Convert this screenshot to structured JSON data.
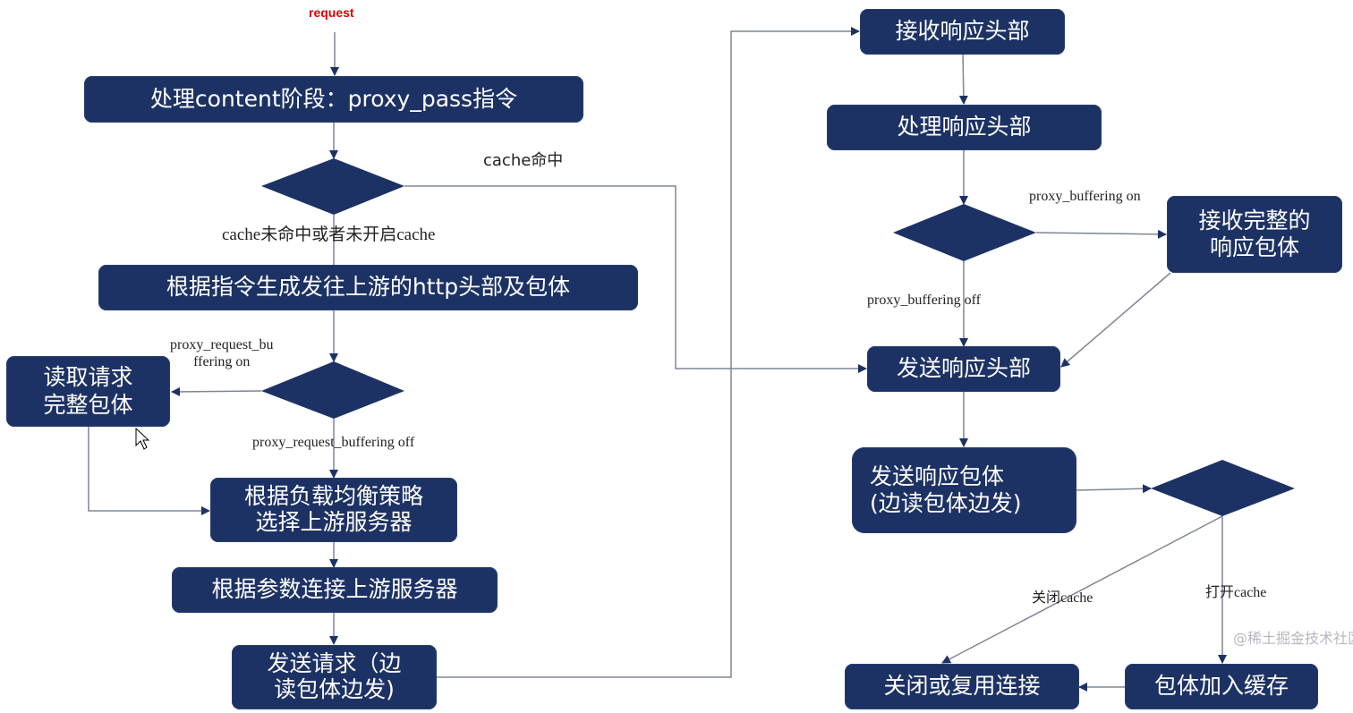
{
  "diagram": {
    "start_label": "request",
    "colors": {
      "node_fill": "#1d3264",
      "edge": "#7f8596",
      "start_label": "#e00000",
      "text": "#ffffff"
    },
    "nodes": {
      "content_phase": "处理content阶段：proxy_pass指令",
      "cache_decision": "",
      "gen_headers": "根据指令生成发往上游的http头部及包体",
      "req_buffer_decision": "",
      "read_full_body": "读取请求\n完整包体",
      "select_upstream": "根据负载均衡策略\n选择上游服务器",
      "connect_upstream": "根据参数连接上游服务器",
      "send_request": "发送请求（边\n读包体边发)",
      "recv_resp_headers": "接收响应头部",
      "proc_resp_headers": "处理响应头部",
      "resp_buffer_decision": "",
      "recv_full_resp_body": "接收完整的\n响应包体",
      "send_resp_headers": "发送响应头部",
      "send_resp_body": "发送响应包体\n(边读包体边发)",
      "cache_store_decision": "",
      "close_or_reuse": "关闭或复用连接",
      "body_to_cache": "包体加入缓存"
    },
    "edge_labels": {
      "cache_hit": "cache命中",
      "cache_miss": "cache未命中或者未开启cache",
      "req_buffering_on": "proxy_request_bu\nffering on",
      "req_buffering_off": "proxy_request_buffering off",
      "buffering_on": "proxy_buffering on",
      "buffering_off": "proxy_buffering off",
      "cache_close": "关闭cache",
      "cache_open": "打开cache"
    },
    "watermark": "@稀土掘金技术社区"
  }
}
